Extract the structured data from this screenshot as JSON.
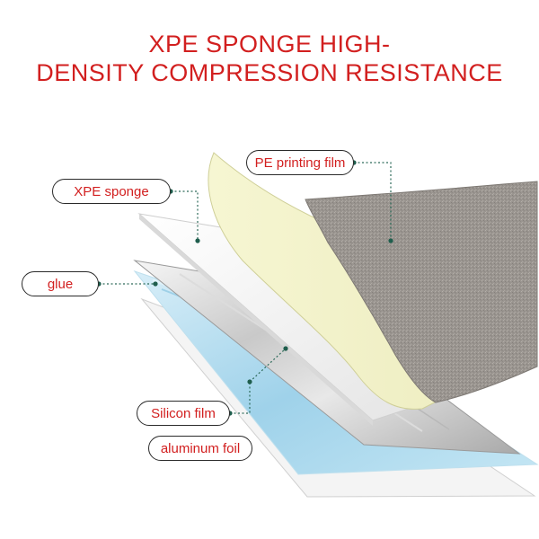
{
  "title": {
    "line1": "XPE SPONGE HIGH-",
    "line2": "DENSITY COMPRESSION RESISTANCE"
  },
  "layers": [
    {
      "label": "PE printing film"
    },
    {
      "label": "XPE sponge"
    },
    {
      "label": "glue"
    },
    {
      "label": "Silicon film"
    },
    {
      "label": "aluminum foil"
    }
  ],
  "colors": {
    "title": "#d21f1f",
    "label_text": "#d21f1f",
    "pill_border": "#2a2a2a",
    "leader": "#2e6b5a",
    "fabric": "#9a9590",
    "cream": "#f2f2c8",
    "silicon": "#9fd2ea"
  }
}
